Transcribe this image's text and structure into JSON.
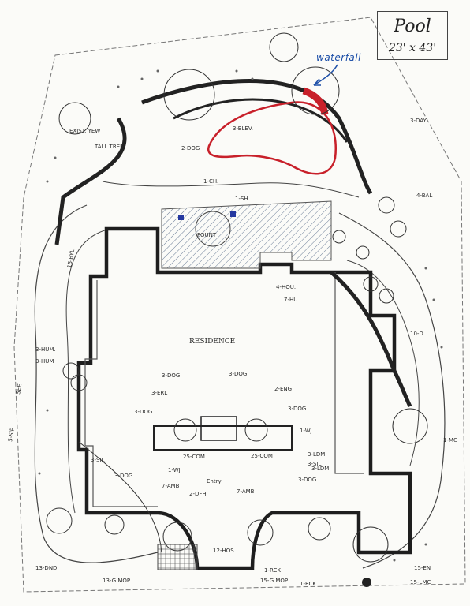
{
  "title_block": {
    "title": "Pool",
    "dimensions": "23' x 43'"
  },
  "annotation_waterfall": "waterfall",
  "room_label": "RESIDENCE",
  "entry_label": "Entry",
  "plant_labels": {
    "left_top_1": "EXIST. YEW",
    "left_top_2": "TALL TREE",
    "left_1": "3-HUM.",
    "left_2": "15-BYL.",
    "left_3": "3-HUM",
    "left_4": "SEE",
    "left_5": "5-SIP",
    "left_bottom_1": "3-SIL",
    "left_bottom_2": "3-DOG",
    "left_bottom_3": "13-DND",
    "bottom_1": "13-G.MOP",
    "bottom_2": "15-G.MOP",
    "bottom_3": "1-RCK",
    "bottom_4": "1-RCK",
    "bottom_5": "15-EN",
    "bottom_6": "15-LMC",
    "right_1": "3-DAY",
    "right_2": "4-BAL",
    "right_3": "10-D",
    "right_4": "1-MG",
    "right_5": "4-HOU.",
    "right_6": "7-HU",
    "center_1": "3-DOG",
    "center_2": "3-ERL",
    "center_3": "3-DOG",
    "center_4": "2-ENG",
    "center_5": "3-DOG",
    "center_6": "3-DOG",
    "center_7": "25-COM",
    "center_8": "25-COM",
    "center_9": "1-WJ",
    "center_10": "1-WJ",
    "center_11": "7-AMB",
    "center_12": "2-DFH",
    "center_13": "7-AMB",
    "center_14": "3-LDM",
    "center_15": "3-LDM",
    "center_16": "3-DOG",
    "center_17": "3-SIL",
    "top_1": "2-DOG",
    "top_2": "FOUNT",
    "top_3": "3-BLEV.",
    "top_4": "1-CH.",
    "top_5": "1-SH",
    "top_6": "12-HOS"
  },
  "colors": {
    "ink": "#2b2b2b",
    "pool_red": "#c8202a",
    "note_blue": "#1d4fa8",
    "hatch": "#5a6e8c"
  }
}
